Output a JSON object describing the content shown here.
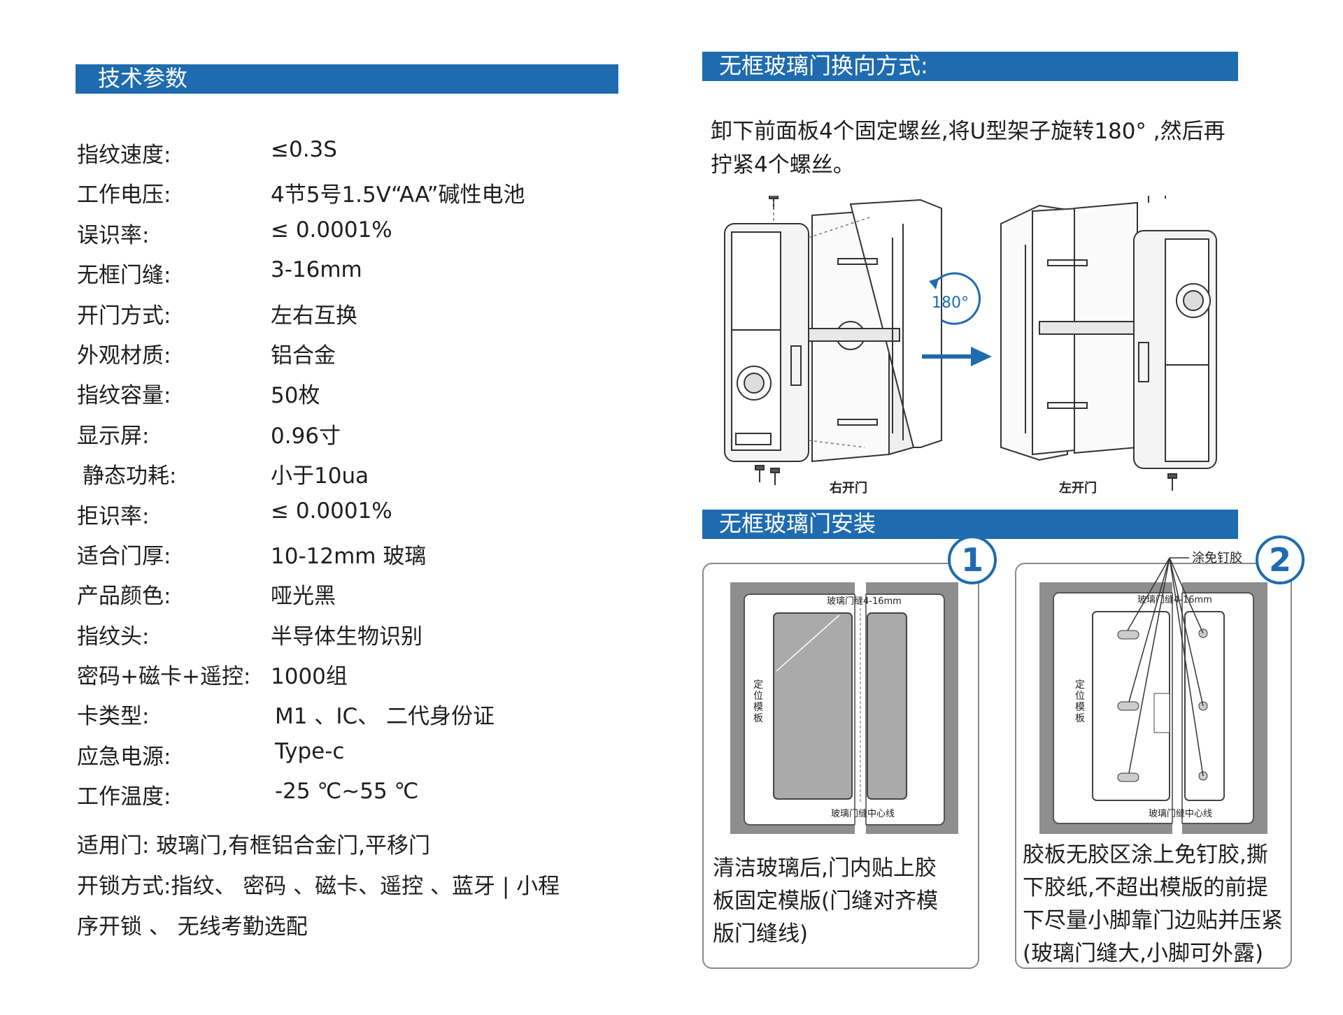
{
  "left": {
    "section_title": "技术参数",
    "specs": [
      {
        "label": "指纹速度:",
        "value": "≤0.3S"
      },
      {
        "label": "工作电压:",
        "value": "4节5号1.5V“AA”碱性电池"
      },
      {
        "label": "误识率:",
        "value": "≤ 0.0001%"
      },
      {
        "label": "无框门缝:",
        "value": "3-16mm"
      },
      {
        "label": "开门方式:",
        "value": "左右互换"
      },
      {
        "label": "外观材质:",
        "value": "铝合金"
      },
      {
        "label": "指纹容量:",
        "value": "50枚"
      },
      {
        "label": "显示屏:",
        "value": "0.96寸"
      },
      {
        "label": "静态功耗:",
        "value": "小于10ua"
      },
      {
        "label": "拒识率:",
        "value": "≤ 0.0001%"
      },
      {
        "label": "适合门厚:",
        "value": "10-12mm 玻璃"
      },
      {
        "label": "产品颜色:",
        "value": "哑光黑"
      },
      {
        "label": "指纹头:",
        "value": "半导体生物识别"
      },
      {
        "label": "密码+磁卡+遥控:",
        "value": "1000组"
      },
      {
        "label": "卡类型:",
        "value": "M1 、IC、 二代身份证"
      },
      {
        "label": "应急电源:",
        "value": "Type-c"
      },
      {
        "label": "工作温度:",
        "value": "-25 ℃~55 ℃"
      }
    ],
    "applicable_doors": "适用门: 玻璃门,有框铝合金门,平移门",
    "unlock_line1": "开锁方式:指纹、 密码 、磁卡、遥控 、蓝牙 | 小程",
    "unlock_line2": "序开锁 、 无线考勤选配"
  },
  "right": {
    "rotate_section_title": "无框玻璃门换向方式:",
    "rotate_text_line1": "卸下前面板4个固定螺丝,将U型架子旋转180° ,然后再",
    "rotate_text_line2": "拧紧4个螺丝。",
    "rotation_label": "180°",
    "right_door_label": "右开门",
    "left_door_label": "左开门",
    "install_section_title": "无框玻璃门安装",
    "step1": {
      "number": "1",
      "gap_label": "玻璃门缝4-16mm",
      "template_label": [
        "定",
        "位",
        "模",
        "板"
      ],
      "centerline_label": "玻璃门缝中心线",
      "caption": [
        "清洁玻璃后,门内贴上胶",
        "板固定模版(门缝对齐模",
        "版门缝线)"
      ]
    },
    "step2": {
      "number": "2",
      "glue_label": "涂免钉胶",
      "gap_label": "玻璃门缝4-16mm",
      "template_label": [
        "定",
        "位",
        "模",
        "板"
      ],
      "centerline_label": "玻璃门缝中心线",
      "caption": [
        "胶板无胶区涂上免钉胶,撕",
        "下胶纸,不超出模版的前提",
        "下尽量小脚靠门边贴并压紧",
        "(玻璃门缝大,小脚可外露)"
      ]
    },
    "accent_color": "#1e6bb0"
  }
}
